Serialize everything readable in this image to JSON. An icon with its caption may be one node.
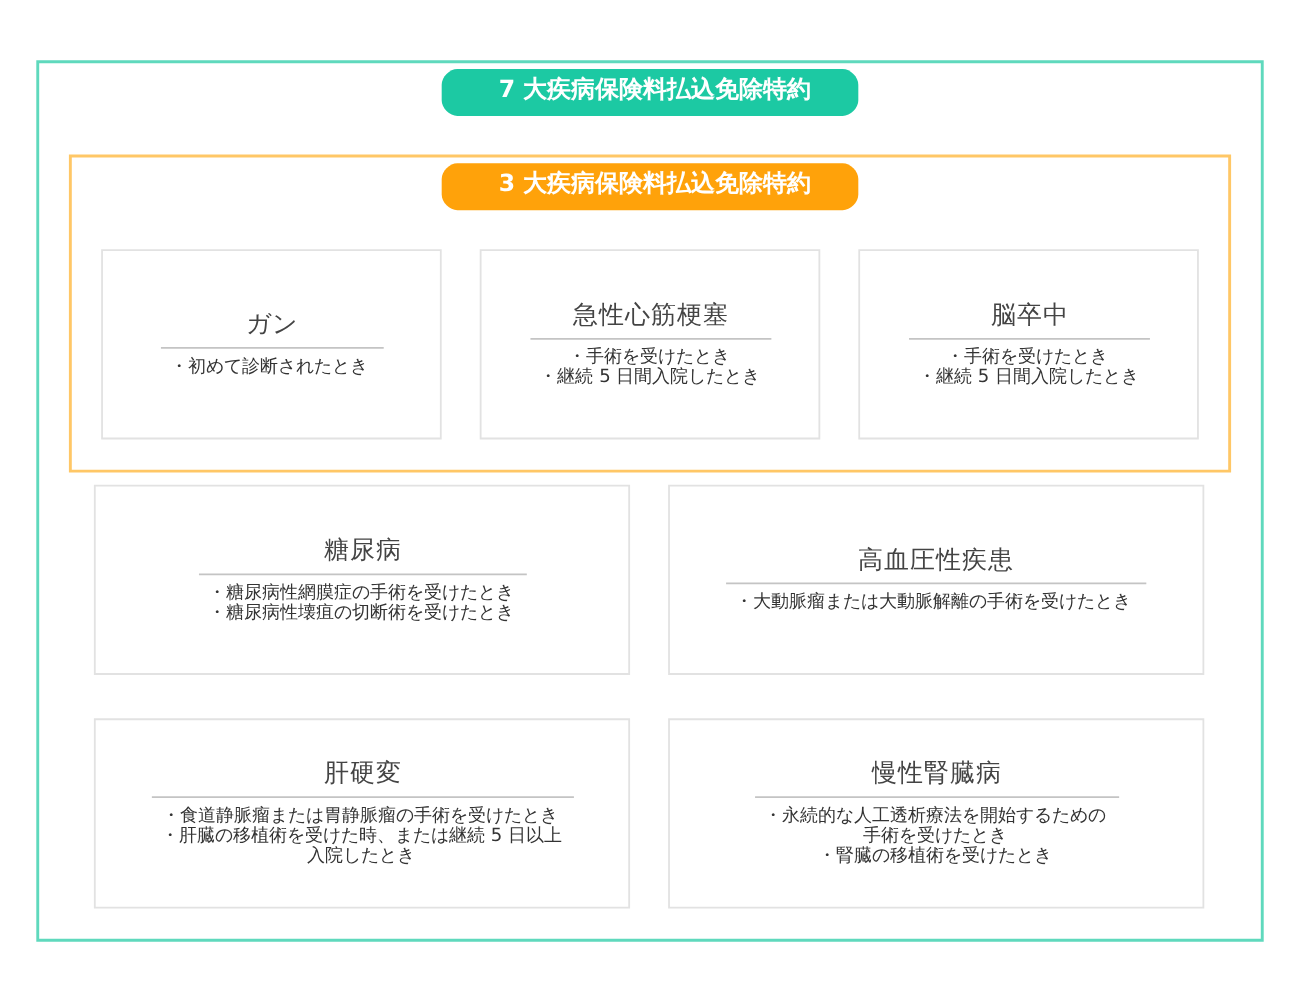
{
  "diagram": {
    "nodes": [
      {
        "text": [
          "7 大疾病保険料払込免除特約"
        ]
      },
      {
        "text": [
          "3 大疾病保険料払込免除特約"
        ],
        "in": 0
      },
      {
        "text": [
          "ガン",
          "・初めて診断されたとき"
        ],
        "in": 1
      },
      {
        "text": [
          "急性心筋梗塞",
          "・手術を受けたとき",
          "・継続 5 日間入院したとき"
        ],
        "in": 1
      },
      {
        "text": [
          "脳卒中",
          "・手術を受けたとき",
          "・継続 5 日間入院したとき"
        ],
        "in": 1
      },
      {
        "text": [
          "糖尿病",
          "・糖尿病性網膜症の手術を受けたとき",
          "・糖尿病性壊疽の切断術を受けたとき"
        ],
        "in": 0
      },
      {
        "text": [
          "高血圧性疾患",
          "・大動脈瘤または大動脈解離の手術を受けたとき"
        ],
        "in": 0
      },
      {
        "text": [
          "肝硬変",
          "・食道静脈瘤または胃静脈瘤の手術を受けたとき",
          "・肝臓の移植術を受けた時、または継続 5 日以上入院したとき"
        ],
        "in": 0
      },
      {
        "text": [
          "慢性腎臓病",
          "・永続的な人工透析療法を開始するための手術を受けたとき",
          "・腎臓の移植術を受けたとき"
        ],
        "in": 0
      }
    ]
  }
}
